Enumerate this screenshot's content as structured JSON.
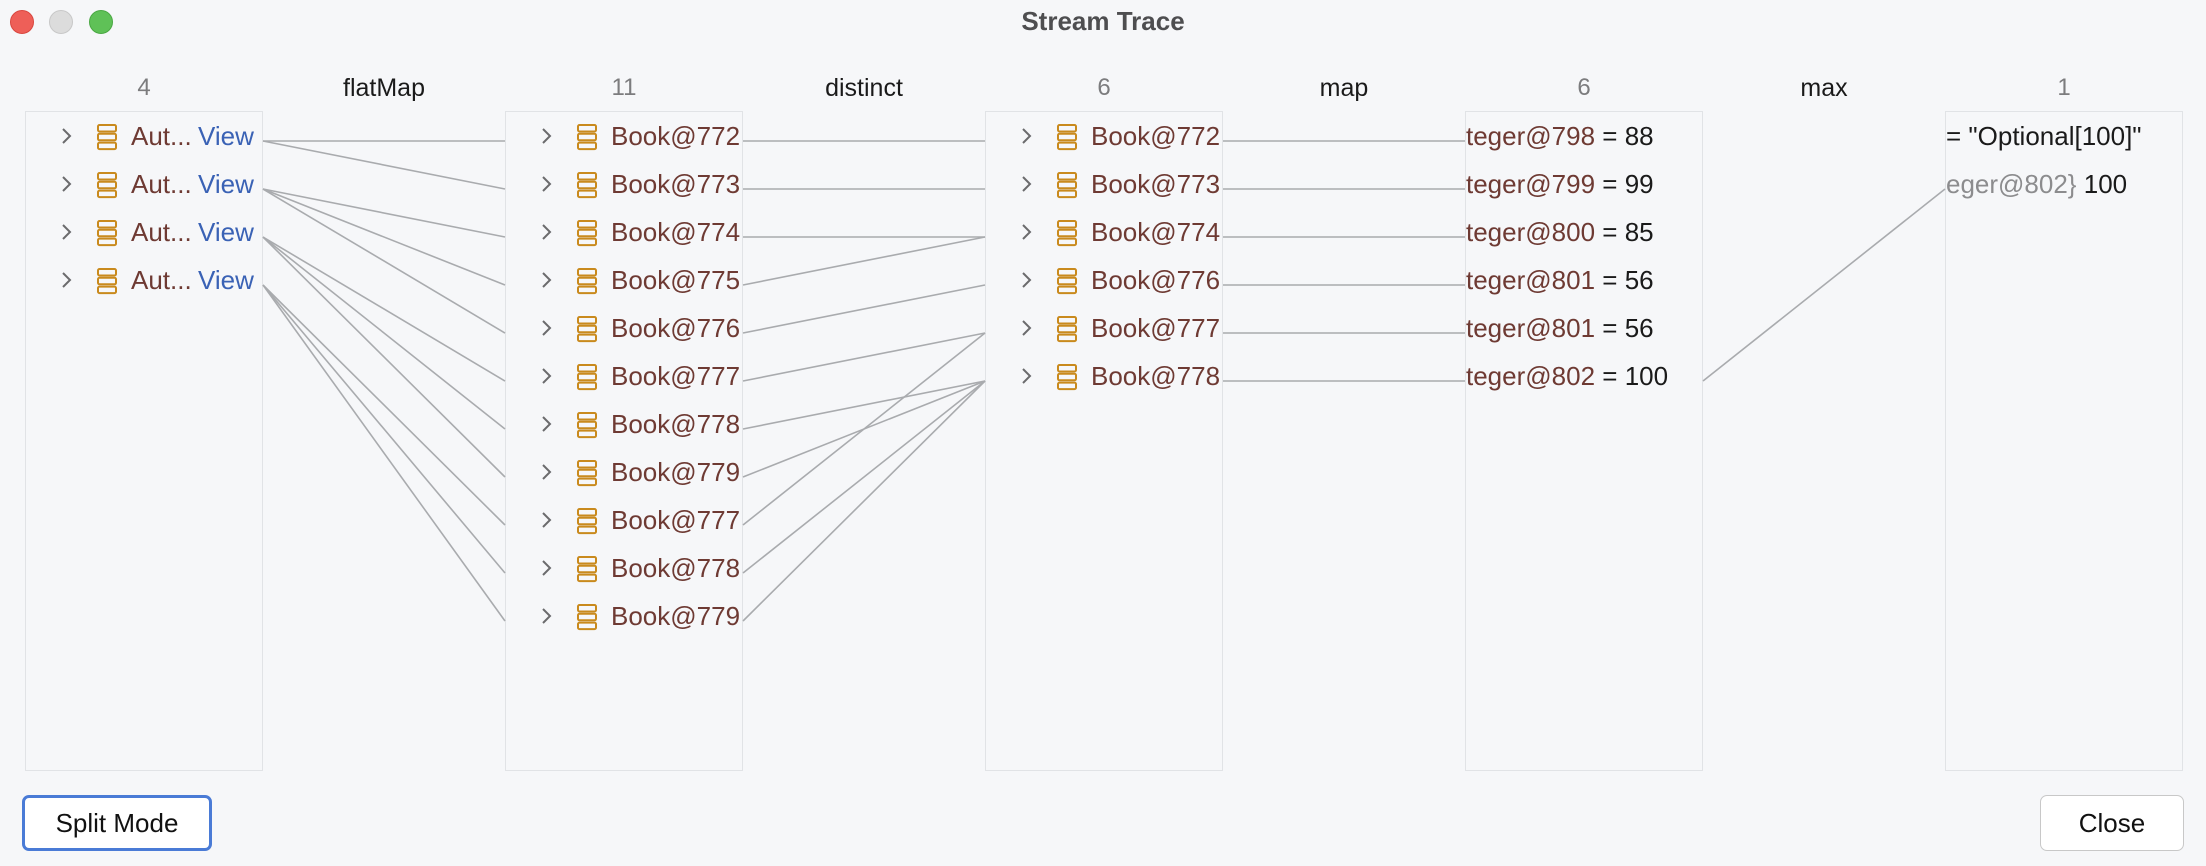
{
  "window": {
    "title": "Stream Trace"
  },
  "columns": [
    {
      "count": "4",
      "items": [
        {
          "label": "Aut...",
          "link": "View"
        },
        {
          "label": "Aut...",
          "link": "View"
        },
        {
          "label": "Aut...",
          "link": "View"
        },
        {
          "label": "Aut...",
          "link": "View"
        }
      ]
    },
    {
      "count": "11",
      "items": [
        "Book@772",
        "Book@773",
        "Book@774",
        "Book@775",
        "Book@776",
        "Book@777",
        "Book@778",
        "Book@779",
        "Book@777",
        "Book@778",
        "Book@779"
      ]
    },
    {
      "count": "6",
      "items": [
        "Book@772",
        "Book@773",
        "Book@774",
        "Book@776",
        "Book@777",
        "Book@778"
      ]
    },
    {
      "count": "6",
      "items": [
        {
          "label": "teger@798",
          "value": "= 88"
        },
        {
          "label": "teger@799",
          "value": "= 99"
        },
        {
          "label": "teger@800",
          "value": "= 85"
        },
        {
          "label": "teger@801",
          "value": "= 56"
        },
        {
          "label": "teger@801",
          "value": "= 56"
        },
        {
          "label": "teger@802",
          "value": "= 100"
        }
      ]
    },
    {
      "count": "1",
      "items": [
        {
          "label": "",
          "value": "= \"Optional[100]\""
        },
        {
          "label": "eger@802}",
          "value": "100"
        }
      ]
    }
  ],
  "operations": [
    "flatMap",
    "distinct",
    "map",
    "max"
  ],
  "buttons": {
    "split_mode": "Split Mode",
    "close": "Close"
  },
  "colors": {
    "link_line": "#a9abae",
    "object_text": "#6e3a33",
    "link_text": "#3a62b5",
    "icon": "#c98a1d",
    "focus": "#4a7bd6"
  }
}
